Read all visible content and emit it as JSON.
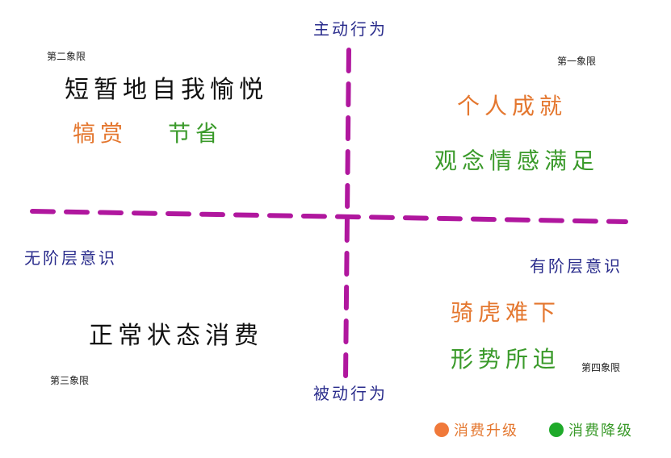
{
  "axes": {
    "top": "主动行为",
    "bottom": "被动行为",
    "left": "无阶层意识",
    "right": "有阶层意识"
  },
  "quadrants": {
    "q1": {
      "label": "第一象限",
      "items": [
        "个人成就",
        "观念情感满足"
      ]
    },
    "q2": {
      "label": "第二象限",
      "title": "短暂地自我愉悦",
      "items": [
        "犒赏",
        "节省"
      ]
    },
    "q3": {
      "label": "第三象限",
      "items": [
        "正常状态消费"
      ]
    },
    "q4": {
      "label": "第四象限",
      "items": [
        "骑虎难下",
        "形势所迫"
      ]
    }
  },
  "legend": {
    "upgrade": {
      "label": "消费升级",
      "color": "#f0793a"
    },
    "downgrade": {
      "label": "消费降级",
      "color": "#1faa2a"
    }
  },
  "colors": {
    "axis": "#b0179e",
    "axis_text": "#2a2c8c",
    "upgrade_text": "#e4772f",
    "downgrade_text": "#3a9a2a"
  }
}
